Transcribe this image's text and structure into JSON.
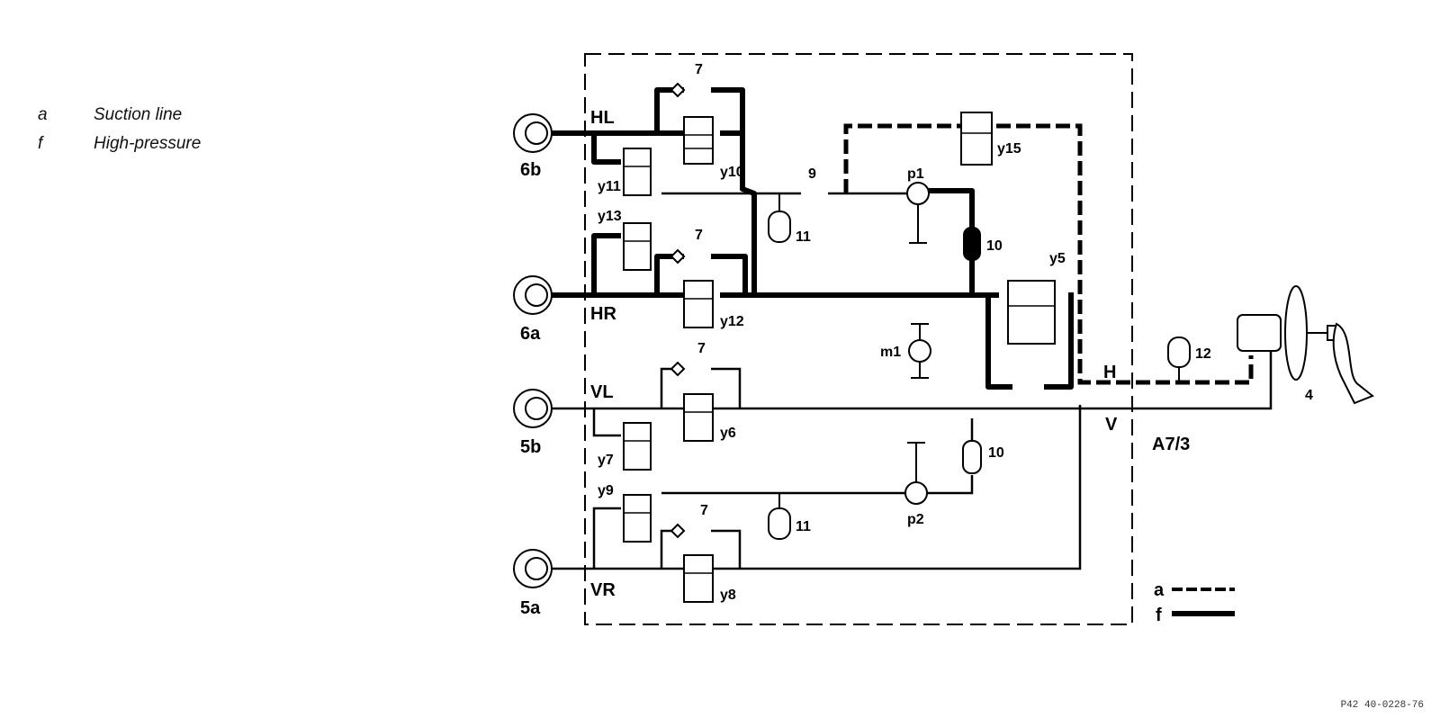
{
  "legend": [
    {
      "key": "a",
      "text": "Suction line"
    },
    {
      "key": "f",
      "text": "High-pressure"
    }
  ],
  "labels": {
    "wheels": [
      "6b",
      "6a",
      "5b",
      "5a"
    ],
    "circuits": [
      "HL",
      "HR",
      "VL",
      "VR"
    ],
    "valves": [
      "y10",
      "y11",
      "y13",
      "y12",
      "y6",
      "y7",
      "y9",
      "y8",
      "y15",
      "y5"
    ],
    "check_valve": "7",
    "throttle": "9",
    "damper": "11",
    "accumulator": "12",
    "reservoir": "10",
    "pump1": "p1",
    "pump2": "p2",
    "motor": "m1",
    "rear_line": "H",
    "front_line": "V",
    "unit": "A7/3",
    "booster": "4",
    "key_a": "a",
    "key_f": "f"
  },
  "reference": "P42 40-0228-76"
}
